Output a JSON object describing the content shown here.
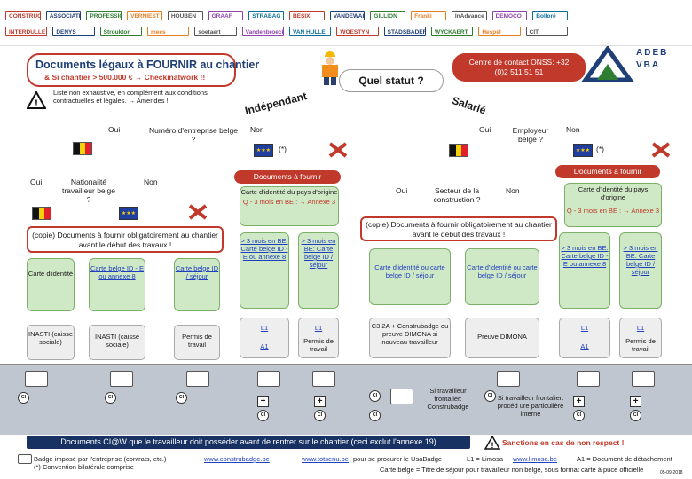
{
  "logos": [
    "CONSTRUCTIV",
    "ASSOCIATION",
    "PROFESSIONNELLE",
    "VERNIEST",
    "HOUBEN",
    "GRAAF",
    "STRABAG",
    "BESIX",
    "VANDEWALLE",
    "GILLION",
    "Franki",
    "InAdvance",
    "DEMOCO",
    "Bolloré",
    "INTERDULLE",
    "DENYS",
    "Stroukton",
    "mees",
    "soetaert",
    "Vandenbroecke",
    "VAN HULLE",
    "WOESTYN",
    "STADSBADER",
    "WYCKAERT",
    "Hespel",
    "CIT"
  ],
  "adeb": {
    "title": "ADEB",
    "sub": "VBA"
  },
  "header": {
    "title": "Documents légaux à FOURNIR au chantier",
    "subtitle": "& Si chantier > 500.000 € → Checkinatwork !!",
    "note": "Liste non exhaustive, en complément aux conditions contractuelles et légales. → Amendes !"
  },
  "center": {
    "question": "Quel statut ?",
    "contact": "Centre de contact ONSS: +32 (0)2 511 51 51",
    "independant": "Indépendant",
    "salarie": "Salarié"
  },
  "left": {
    "oui": "Oui",
    "non": "Non",
    "numero": "Numéro d'entreprise belge ?",
    "oui2": "Oui",
    "nationalite": "Nationalité travailleur belge ?",
    "non2": "Non",
    "copie": "(copie) Documents à fournir obligatoirement au chantier avant le début des travaux !",
    "carte_id": "Carte d'identité",
    "carte_be": "Carte belge ID - E ou annexe 8",
    "carte_sejour": "Carte belge ID / séjour",
    "inasti": "INASTI (caisse sociale)",
    "inasti2": "INASTI (caisse sociale)",
    "permis": "Permis de travail"
  },
  "middle": {
    "star": "(*)",
    "docs": "Documents à fournir",
    "carte_pays": "Carte d'identité du pays d'origine",
    "q3mois": "Q - 3 mois en BE : → Annexe 3",
    "gt3a": "> 3 mois en BE: Carte belge ID - E ou annexe 8",
    "gt3b": "> 3 mois en BE: Carte belge ID / séjour",
    "l1": "L1",
    "a1": "A1",
    "l1b": "L1",
    "permis": "Permis de travail"
  },
  "right": {
    "oui": "Oui",
    "employeur": "Employeur belge ?",
    "non": "Non",
    "star": "(*)",
    "docs": "Documents à fournir",
    "oui2": "Oui",
    "secteur": "Secteur de la construction ?",
    "non2": "Non",
    "carte_pays": "Carte d'identité du pays d'origine",
    "q3mois": "Q - 3 mois en BE : → Annexe 3",
    "copie": "(copie) Documents à fournir obligatoirement au chantier avant le début des travaux !",
    "carte_id": "Carte d'identité ou carte belge ID / séjour",
    "carte_id2": "Carte d'identité ou carte belge ID / séjour",
    "gt3a": "> 3 mois en BE: Carte belge ID - E ou annexe 8",
    "gt3b": "> 3 mois en BE: Carte belge ID / séjour",
    "c32a": "C3.2A + Construbadge ou preuve DIMONA si nouveau travailleur",
    "dimona": "Preuve DIMONA",
    "l1": "L1",
    "a1": "A1",
    "l1b": "L1",
    "permis": "Permis de travail",
    "frontalier": "Si travailleur frontalier: Construbadge",
    "frontalier2": "Si travailleur frontalier: procéd ure particulière interne"
  },
  "footer": {
    "ribbon": "Documents CI@W que le travailleur doit posséder avant de rentrer sur le chantier (ceci exclut l'annexe 19)",
    "sanctions": "Sanctions en cas de non respect !",
    "badge": "Badge imposé par l'entreprise (contrats, etc.)",
    "convention": "(*) Convention bilatérale comprise",
    "link1": "www.construbadge.be",
    "link2": "www.totsenu.be",
    "link2_text": "pour se procurer le UsaBadge",
    "limosa": "L1 = Limosa",
    "link3": "www.limosa.be",
    "a1": "A1 = Document de détachement",
    "cartebelge": "Carte belge = Titre de séjour pour travailleur non belge, sous format carte à puce officielle",
    "date": "05-09-2018"
  },
  "colors": {
    "red": "#c0392b",
    "navy": "#173262",
    "green": "#cfe8c5",
    "belgium_black": "#111111",
    "belgium_yellow": "#f5d20a",
    "belgium_red": "#e2202a",
    "eu": "#1f3fa0"
  }
}
